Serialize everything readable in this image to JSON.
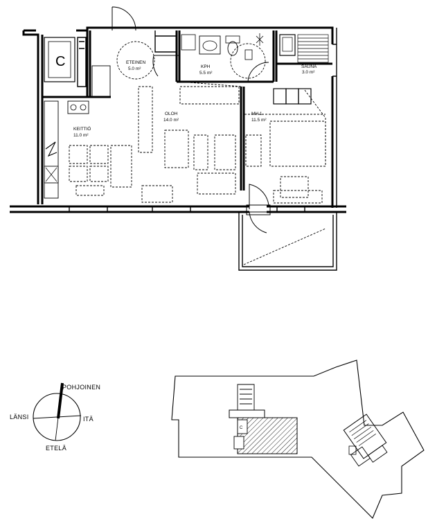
{
  "rooms": {
    "entrance": {
      "name": "ETEINEN",
      "area": "5.0 m²"
    },
    "bathroom": {
      "name": "KPH",
      "area": "5.5 m²"
    },
    "sauna": {
      "name": "SAUNA",
      "area": "3.0 m²"
    },
    "living": {
      "name": "OLOH",
      "area": "14.0 m²"
    },
    "bedroom": {
      "name": "MH 1",
      "area": "11.5 m²"
    },
    "kitchen": {
      "name": "KEITTIÖ",
      "area": "11.0 m²"
    }
  },
  "symbols": {
    "closet": "C",
    "site_closet": "C"
  },
  "compass": {
    "north": "POHJOINEN",
    "west": "LÄNSI",
    "east": "ITÄ",
    "south": "ETELÄ"
  }
}
